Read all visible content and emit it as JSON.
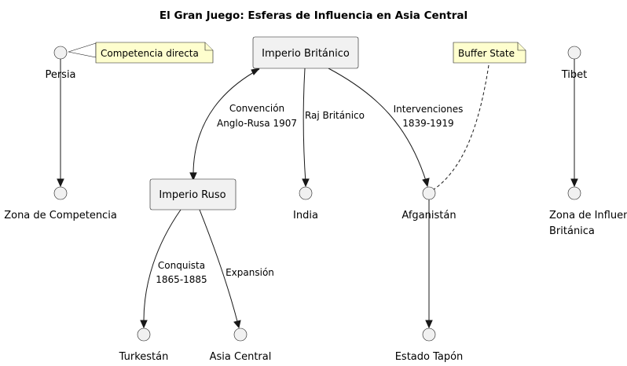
{
  "title": "El Gran Juego: Esferas de Influencia en Asia Central",
  "nodes": {
    "british_empire": "Imperio Británico",
    "russian_empire": "Imperio Ruso",
    "persia": "Persia",
    "tibet": "Tibet",
    "competition_zone": "Zona de Competencia",
    "india": "India",
    "afghanistan": "Afganistán",
    "british_zone_line1": "Zona de Influencia",
    "british_zone_line2": "Británica",
    "turkestan": "Turkestán",
    "central_asia": "Asia Central",
    "buffer_state": "Estado Tapón"
  },
  "notes": {
    "direct_competition": "Competencia directa",
    "buffer_state": "Buffer State"
  },
  "edges": {
    "convention_line1": "Convención",
    "convention_line2": "Anglo-Rusa 1907",
    "raj": "Raj Británico",
    "interventions_line1": "Intervenciones",
    "interventions_line2": "1839-1919",
    "conquest_line1": "Conquista",
    "conquest_line2": "1865-1885",
    "expansion": "Expansión"
  }
}
